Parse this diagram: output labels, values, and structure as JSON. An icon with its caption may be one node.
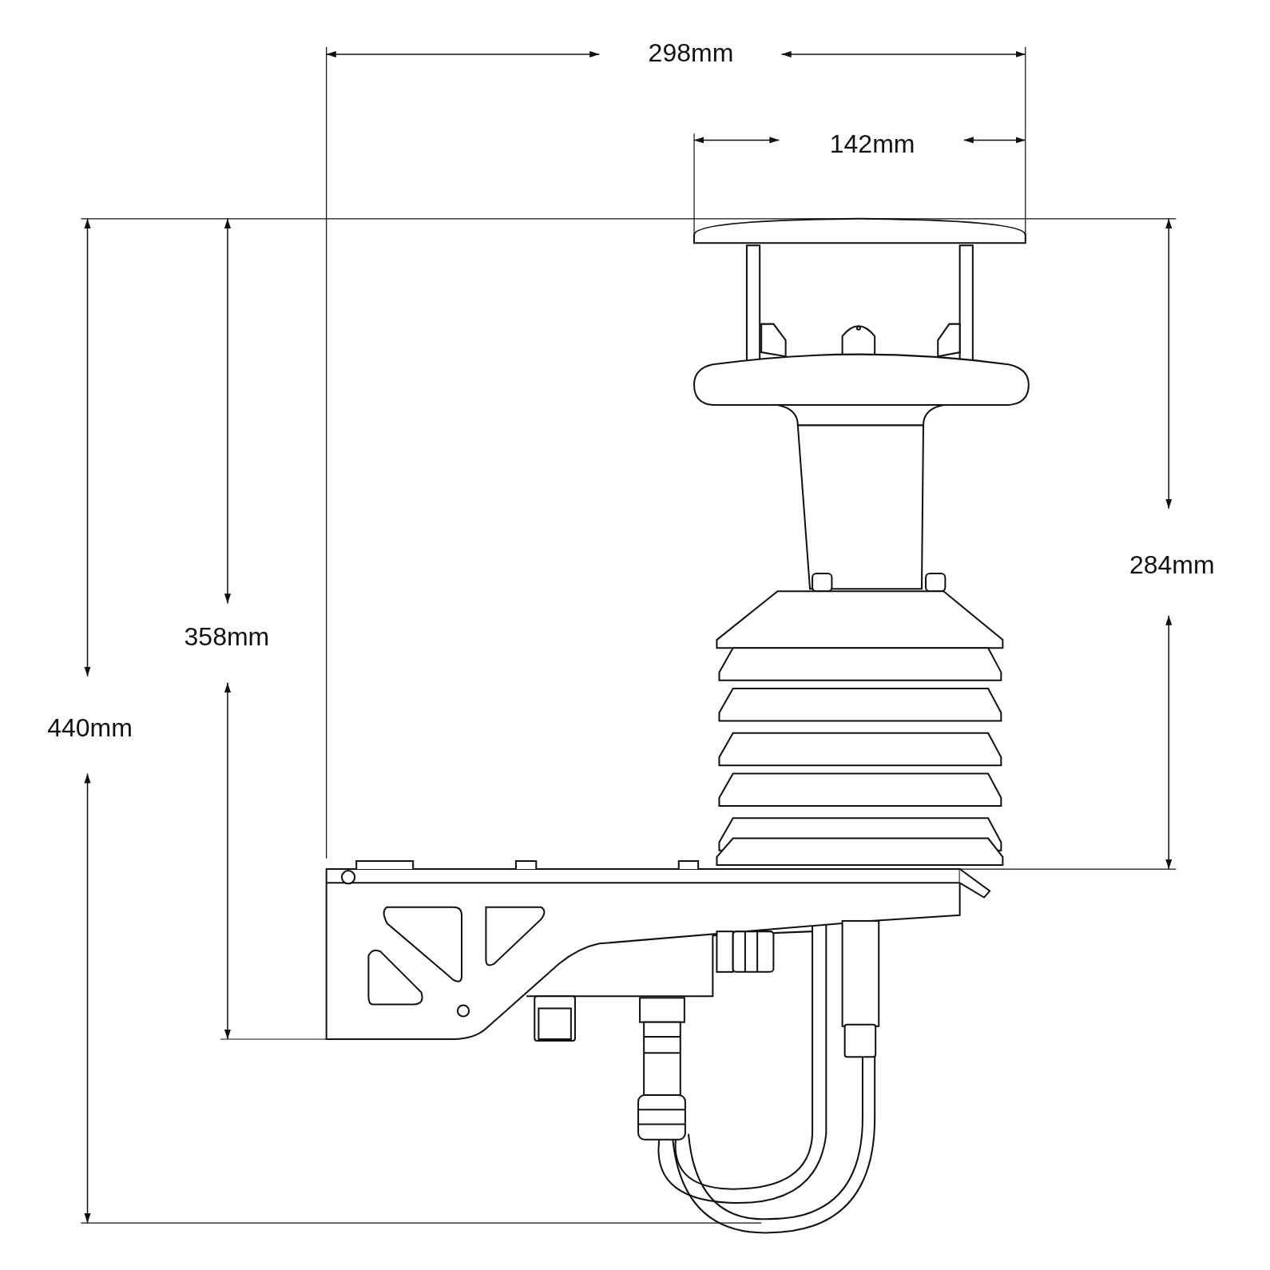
{
  "diagram": {
    "labels": [
      "298mm",
      "142mm",
      "284mm",
      "358mm",
      "440mm"
    ]
  }
}
